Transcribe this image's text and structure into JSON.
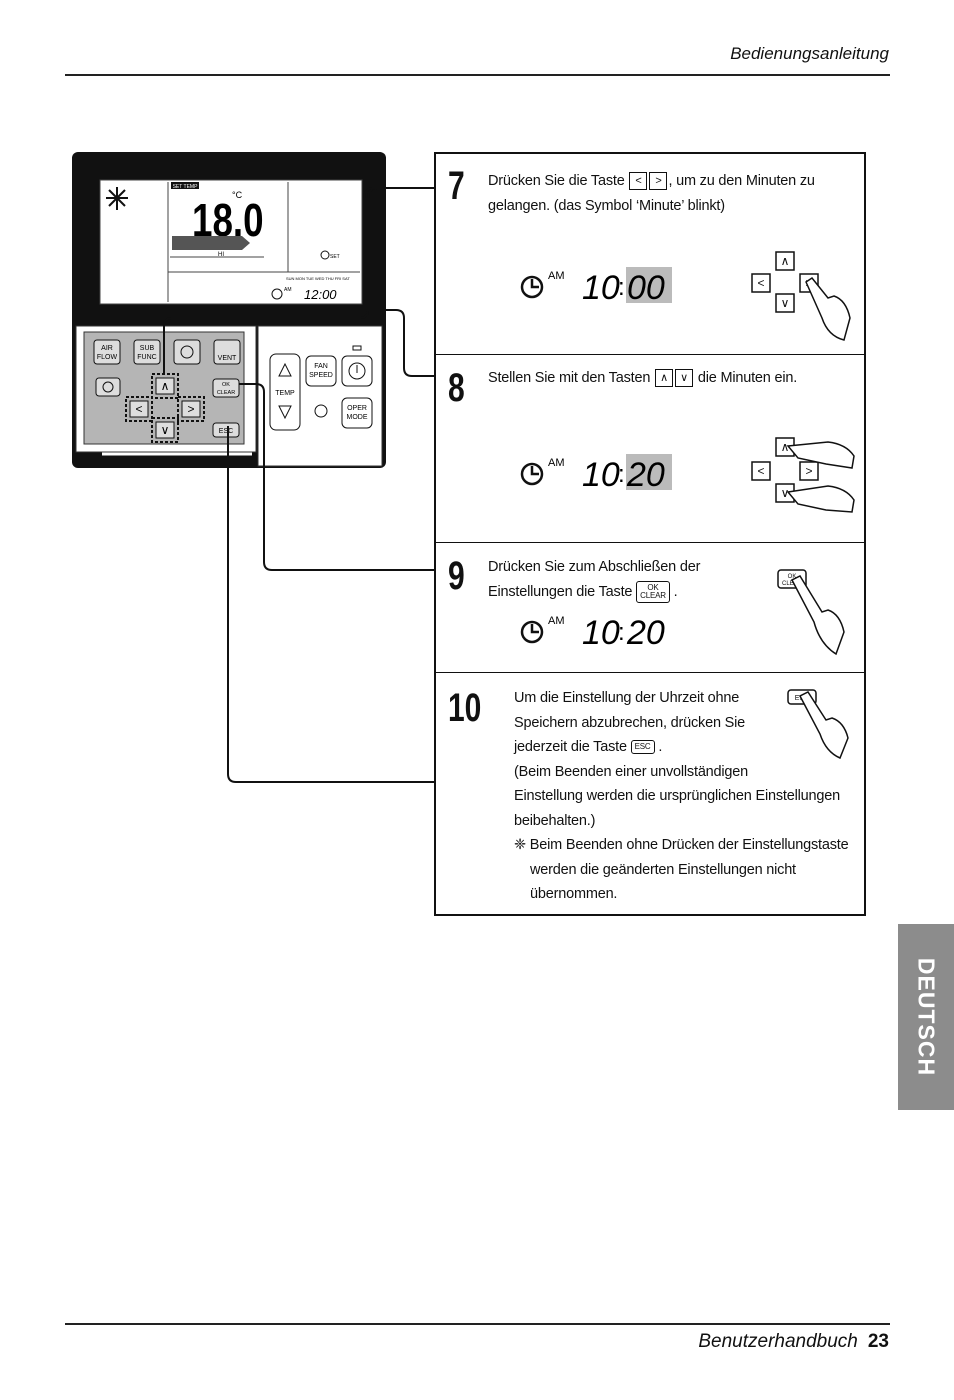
{
  "header": {
    "title": "Bedienungsanleitung"
  },
  "footer": {
    "title": "Benutzerhandbuch",
    "page": "23"
  },
  "language_tab": "DEUTSCH",
  "remote": {
    "set_temp_badge": "SET TEMP",
    "temperature": "18.0",
    "unit": "°C",
    "fan_level": "HI",
    "set_label": "SET",
    "days": "SUN MON TUE WED THU FRI SAT",
    "clock_ampm": "AM",
    "clock_time": "12:00",
    "buttons": {
      "air_flow": [
        "AIR",
        "FLOW"
      ],
      "sub_func": [
        "SUB",
        "FUNC"
      ],
      "vent": "VENT",
      "ok_clear": [
        "OK",
        "CLEAR"
      ],
      "esc": "ESC",
      "temp": "TEMP",
      "fan_speed": [
        "FAN",
        "SPEED"
      ],
      "oper_mode": [
        "OPER",
        "MODE"
      ],
      "up": "∧",
      "down": "∨",
      "left": "<",
      "right": ">"
    }
  },
  "steps": [
    {
      "number": "7",
      "text_before": "Drücken Sie die Taste",
      "text_after": ", um zu den Minuten zu",
      "text_line2": "gelangen. (das Symbol ‘Minute’ blinkt)",
      "display_ampm": "AM",
      "display_hours": "10",
      "display_minutes": "00"
    },
    {
      "number": "8",
      "text_before": "Stellen Sie mit den Tasten",
      "text_after": "die Minuten ein.",
      "display_ampm": "AM",
      "display_hours": "10",
      "display_minutes": "20"
    },
    {
      "number": "9",
      "text_line1": "Drücken Sie zum Abschließen der",
      "text_line2": "Einstellungen die Taste",
      "text_after": ".",
      "display_ampm": "AM",
      "display_hours": "10",
      "display_minutes": "20"
    },
    {
      "number": "10",
      "lines": [
        "Um die Einstellung der Uhrzeit ohne",
        "Speichern abzubrechen, drücken Sie",
        "jederzeit die Taste"
      ],
      "line3_after": ".",
      "more_lines": [
        "(Beim Beenden einer unvollständigen",
        "Einstellung werden die ursprünglichen Einstellungen",
        "beibehalten.)"
      ],
      "note_symbol": "❈",
      "note_lines": [
        "Beim Beenden ohne Drücken der Einstellungstaste",
        "werden die geänderten Einstellungen nicht",
        "übernommen."
      ]
    }
  ],
  "keys": {
    "ok": "OK",
    "clear": "CLEAR",
    "esc": "ESC",
    "left": "<",
    "right": ">",
    "up": "∧",
    "down": "∨"
  }
}
